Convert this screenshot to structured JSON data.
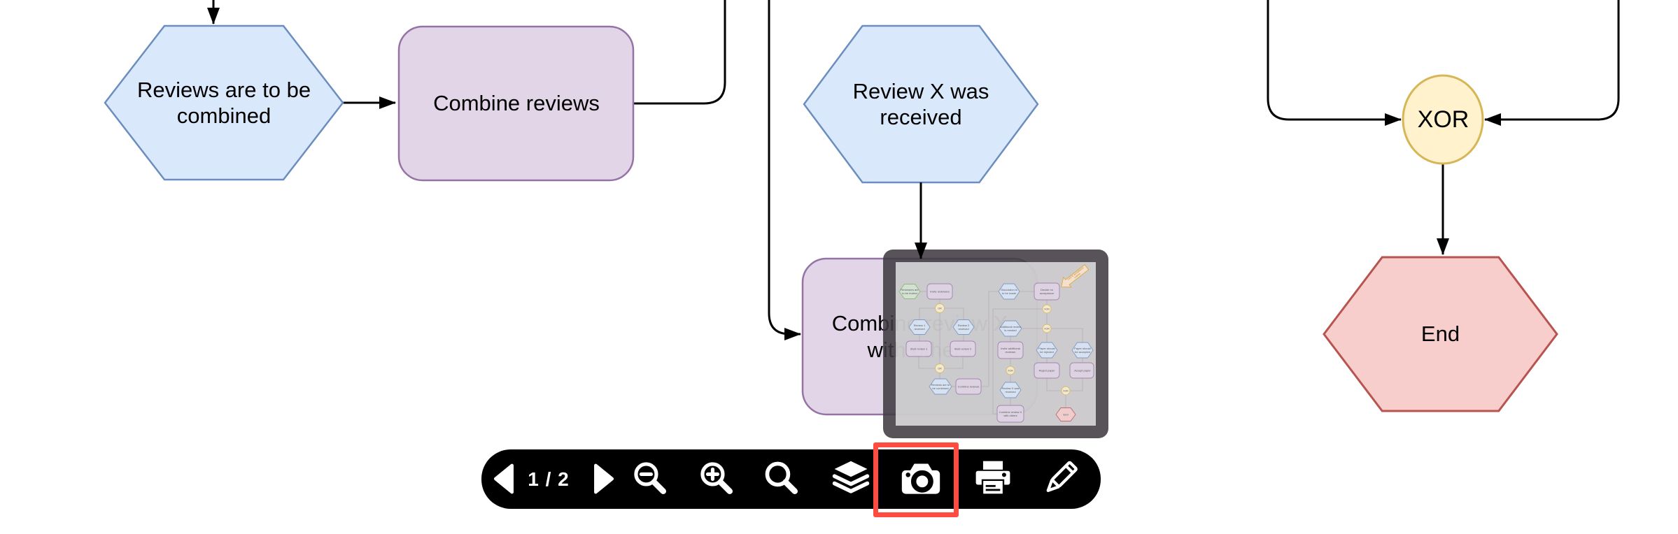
{
  "canvas": {
    "background": "#ffffff"
  },
  "palette": {
    "blue_fill": "#DAE8FC",
    "blue_stroke": "#6C8EBF",
    "purple_fill": "#E1D5E7",
    "purple_stroke": "#9673A6",
    "yellow_fill": "#FFF2CC",
    "yellow_stroke": "#D6B656",
    "red_fill": "#F8CECC",
    "red_stroke": "#B85450",
    "green_fill": "#D5E8D4",
    "green_stroke": "#82B366",
    "orange_fill": "#FFE6CC",
    "orange_stroke": "#D79B00"
  },
  "diagram": {
    "nodes": [
      {
        "id": "reviews-to-be-combined",
        "shape": "hexagon",
        "label": "Reviews are to be combined",
        "fill": "#DAE8FC",
        "stroke": "#6C8EBF"
      },
      {
        "id": "combine-reviews",
        "shape": "rounded-rect",
        "label": "Combine reviews",
        "fill": "#E1D5E7",
        "stroke": "#9673A6"
      },
      {
        "id": "review-x-received",
        "shape": "hexagon",
        "label": "Review X was received",
        "fill": "#DAE8FC",
        "stroke": "#6C8EBF"
      },
      {
        "id": "combine-review-x-with-others",
        "shape": "rounded-rect",
        "label": "Combine review X with others",
        "fill": "#E1D5E7",
        "stroke": "#9673A6"
      },
      {
        "id": "xor-connector",
        "shape": "circle",
        "label": "XOR",
        "fill": "#FFF2CC",
        "stroke": "#D6B656"
      },
      {
        "id": "end-event",
        "shape": "hexagon",
        "label": "End",
        "fill": "#F8CECC",
        "stroke": "#B85450"
      }
    ]
  },
  "preview": {
    "banner_lines": [
      "Link to acceptance",
      "criteria"
    ],
    "nodes": [
      {
        "shape": "hexagon-green",
        "label_lines": [
          "Reviewers are",
          "to be invited"
        ]
      },
      {
        "shape": "rect-purple",
        "label_lines": [
          "Invite reviewers"
        ]
      },
      {
        "shape": "circle-yellow",
        "label_lines": [
          "OR"
        ]
      },
      {
        "shape": "hexagon-blue",
        "label_lines": [
          "Review 1",
          "received"
        ]
      },
      {
        "shape": "hexagon-blue",
        "label_lines": [
          "Review 2",
          "received"
        ]
      },
      {
        "shape": "rect-purple",
        "label_lines": [
          "Start review 1"
        ]
      },
      {
        "shape": "rect-purple",
        "label_lines": [
          "Start review 2"
        ]
      },
      {
        "shape": "circle-yellow",
        "label_lines": [
          "OR"
        ]
      },
      {
        "shape": "hexagon-blue",
        "label_lines": [
          "Reviews are to",
          "be combined"
        ]
      },
      {
        "shape": "rect-purple",
        "label_lines": [
          "Combine reviews"
        ]
      },
      {
        "shape": "hexagon-blue",
        "label_lines": [
          "Discussion is",
          "to be made"
        ]
      },
      {
        "shape": "rect-purple",
        "label_lines": [
          "Decide on",
          "acceptance"
        ]
      },
      {
        "shape": "circle-yellow",
        "label_lines": [
          "XOR"
        ]
      },
      {
        "shape": "circle-yellow",
        "label_lines": [
          "XOR"
        ]
      },
      {
        "shape": "hexagon-blue",
        "label_lines": [
          "Additional review",
          "is needed"
        ]
      },
      {
        "shape": "rect-purple",
        "label_lines": [
          "Invite additional",
          "reviewer"
        ]
      },
      {
        "shape": "circle-yellow",
        "label_lines": [
          "XOR"
        ]
      },
      {
        "shape": "hexagon-blue",
        "label_lines": [
          "Review X was",
          "received"
        ]
      },
      {
        "shape": "rect-purple",
        "label_lines": [
          "Combine review X",
          "with others"
        ]
      },
      {
        "shape": "hexagon-blue",
        "label_lines": [
          "Paper should",
          "be rejected"
        ]
      },
      {
        "shape": "rect-purple",
        "label_lines": [
          "Reject paper"
        ]
      },
      {
        "shape": "hexagon-blue",
        "label_lines": [
          "Paper should",
          "be accepted"
        ]
      },
      {
        "shape": "rect-purple",
        "label_lines": [
          "Accept paper"
        ]
      },
      {
        "shape": "circle-yellow",
        "label_lines": [
          "XOR"
        ]
      },
      {
        "shape": "hexagon-red",
        "label_lines": [
          "End"
        ]
      }
    ]
  },
  "toolbar": {
    "background": "#000000",
    "icon_color": "#ffffff",
    "page_indicator": "1 / 2",
    "buttons": [
      {
        "id": "prev-page",
        "icon": "chevron-left"
      },
      {
        "id": "next-page",
        "icon": "chevron-right"
      },
      {
        "id": "zoom-out",
        "icon": "magnifier-minus"
      },
      {
        "id": "zoom-in",
        "icon": "magnifier-plus"
      },
      {
        "id": "zoom",
        "icon": "magnifier"
      },
      {
        "id": "layers",
        "icon": "layers"
      },
      {
        "id": "camera",
        "icon": "camera",
        "highlighted": true
      },
      {
        "id": "print",
        "icon": "printer"
      },
      {
        "id": "edit",
        "icon": "pencil"
      }
    ]
  },
  "annotation": {
    "shape": "rectangle",
    "color": "#FF4B40",
    "target": "camera-button"
  }
}
